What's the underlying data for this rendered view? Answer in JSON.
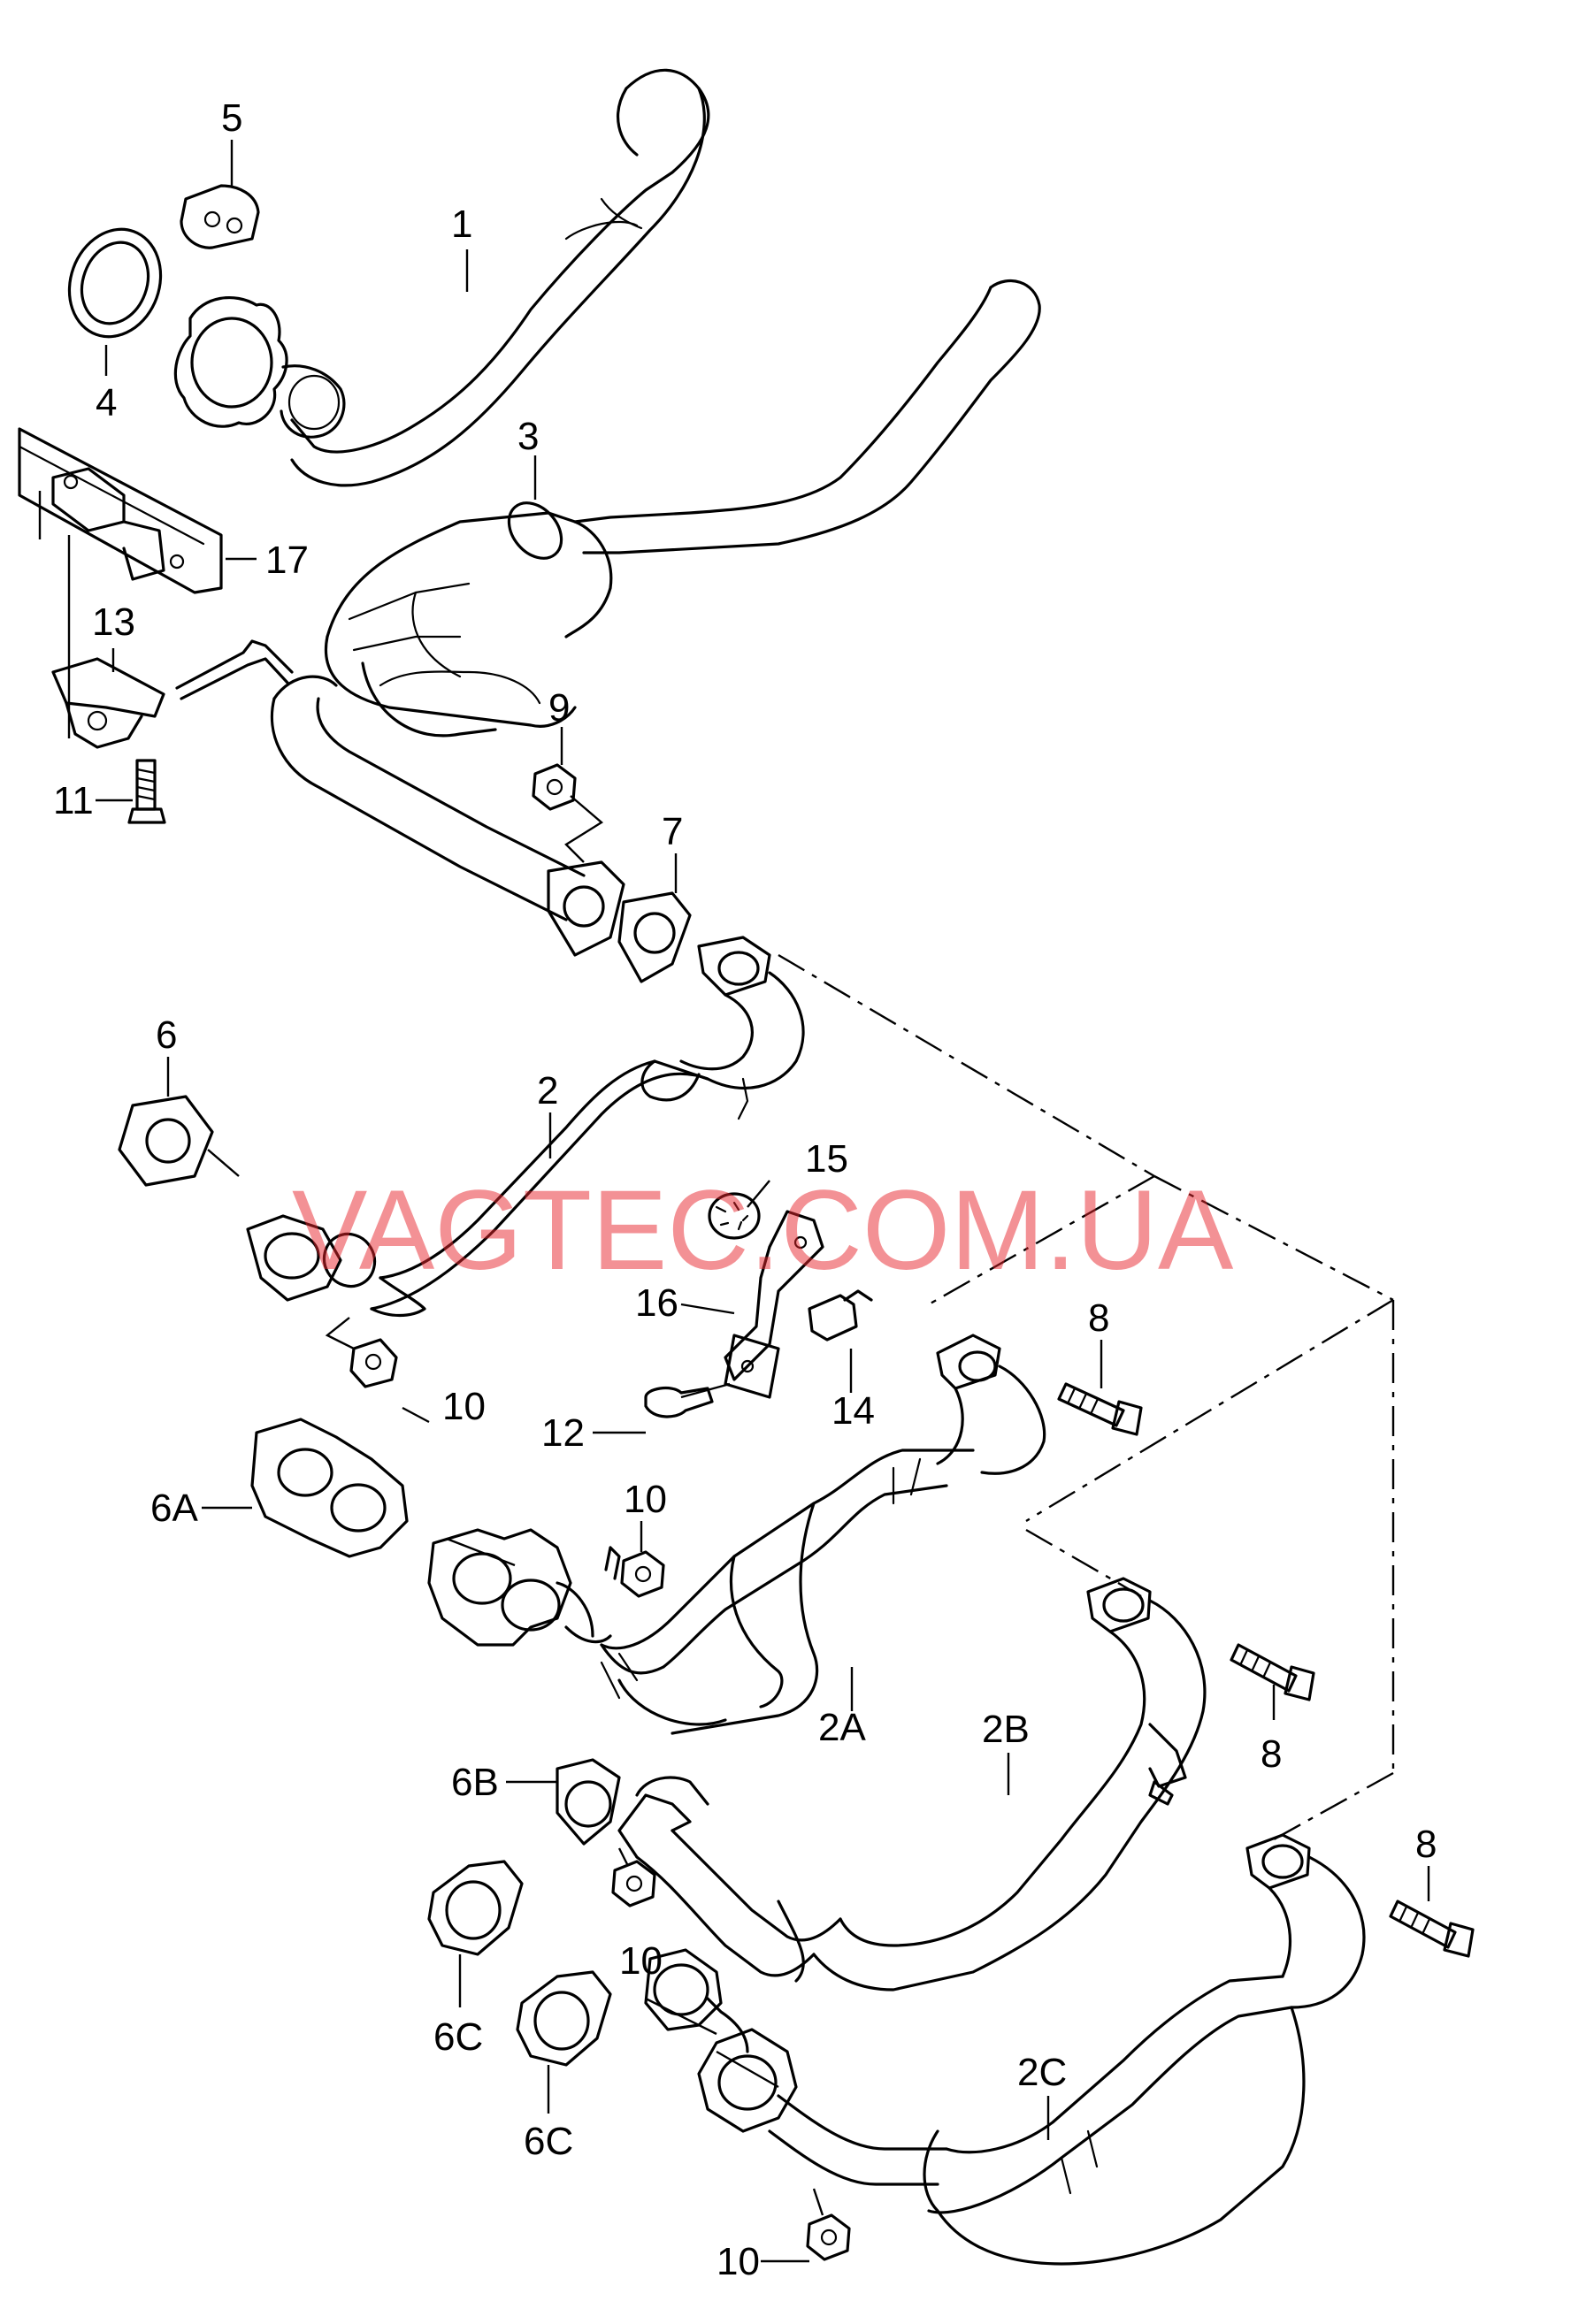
{
  "callouts": {
    "c1": "1",
    "c2": "2",
    "c2a": "2A",
    "c2b": "2B",
    "c2c": "2C",
    "c3": "3",
    "c4": "4",
    "c5": "5",
    "c6": "6",
    "c6a": "6A",
    "c6b": "6B",
    "c6c1": "6C",
    "c6c2": "6C",
    "c7": "7",
    "c8a": "8",
    "c8b": "8",
    "c8c": "8",
    "c9": "9",
    "c10a": "10",
    "c10b": "10",
    "c10c": "10",
    "c10d": "10",
    "c11": "11",
    "c12": "12",
    "c13": "13",
    "c14": "14",
    "c15": "15",
    "c16": "16",
    "c17": "17"
  },
  "watermark": "VAGTEC.COM.UA"
}
